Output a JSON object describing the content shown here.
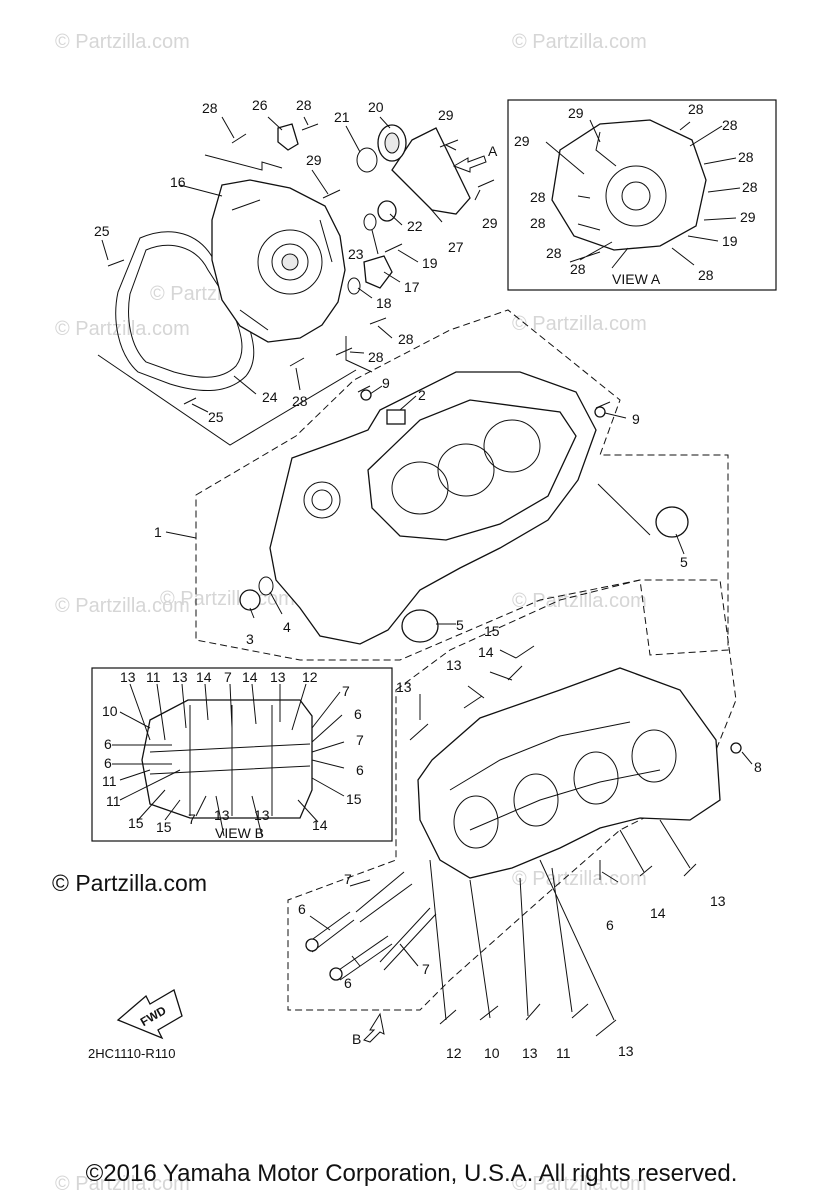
{
  "watermarks": [
    "© Partzilla.com",
    "© Partzilla.com",
    "© Partzilla.com",
    "© Partzilla.com",
    "© Partzilla.com",
    "© Partzilla.com",
    "© Partzilla.com",
    "© Partzilla.com",
    "© Partzilla.com",
    "© Partzilla.com",
    "© Partzilla.com"
  ],
  "copyright_mid": "© Partzilla.com",
  "diagram_code": "2HC1110-R110",
  "view_a_title": "VIEW A",
  "view_b_title": "VIEW B",
  "arrow_a": "A",
  "arrow_b": "B",
  "fwd_label": "FWD",
  "footer": "©2016 Yamaha Motor Corporation, U.S.A. All rights reserved.",
  "callouts": [
    "28",
    "26",
    "28",
    "21",
    "20",
    "29",
    "16",
    "29",
    "29",
    "25",
    "22",
    "23",
    "27",
    "19",
    "17",
    "18",
    "28",
    "28",
    "24",
    "28",
    "25",
    "9",
    "2",
    "9",
    "1",
    "5",
    "3",
    "4",
    "5",
    "15",
    "14",
    "13",
    "13",
    "8",
    "7",
    "6",
    "6",
    "7",
    "6",
    "14",
    "13",
    "12",
    "10",
    "13",
    "11",
    "13",
    "14"
  ],
  "view_a_callouts": [
    "29",
    "28",
    "28",
    "29",
    "28",
    "28",
    "28",
    "28",
    "29",
    "28",
    "19",
    "28",
    "28",
    "28"
  ],
  "view_b_callouts": [
    "13",
    "11",
    "13",
    "14",
    "7",
    "14",
    "13",
    "12",
    "7",
    "10",
    "6",
    "6",
    "6",
    "7",
    "6",
    "11",
    "11",
    "15",
    "15",
    "7",
    "13",
    "13",
    "15",
    "14"
  ]
}
